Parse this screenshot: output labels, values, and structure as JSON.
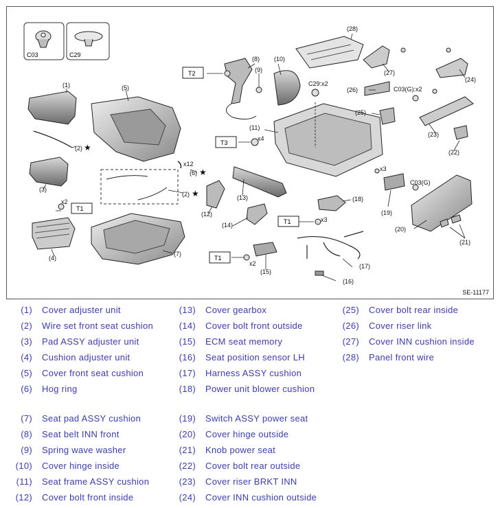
{
  "diagram": {
    "doc_id": "SE-11177",
    "icon_codes": [
      "C03",
      "C29"
    ],
    "torque_label": "T1",
    "t2_label": "T2",
    "t3_label": "T3",
    "callouts": {
      "c1": "(1)",
      "c2": "(2)",
      "c2b": "(2)",
      "c3": "(3)",
      "c4": "(4)",
      "c5": "(5)",
      "c6": "(6)",
      "c7": "(7)",
      "c8": "(8)",
      "c9": "(9)",
      "c10": "(10)",
      "c11": "(11)",
      "c12": "(12)",
      "c13": "(13)",
      "c14": "(14)",
      "c15": "(15)",
      "c16": "(16)",
      "c17": "(17)",
      "c18": "(18)",
      "c19": "(19)",
      "c20": "(20)",
      "c21": "(21)",
      "c22": "(22)",
      "c23": "(23)",
      "c24": "(24)",
      "c25": "(25)",
      "c26": "(26)",
      "c27": "(27)",
      "c28": "(28)"
    },
    "qty": {
      "x2a": "x2",
      "x2b": "x2",
      "x12": "x12",
      "x4": "x4",
      "x3a": "x3",
      "x3b": "x3",
      "c29x2": "C29:x2",
      "c03gx2": "C03(G):x2",
      "c03g": "C03(G)",
      "star": "★"
    }
  },
  "legend": {
    "columns": [
      [
        {
          "num": "(1)",
          "label": "Cover adjuster unit"
        },
        {
          "num": "(2)",
          "label": "Wire set front seat cushion"
        },
        {
          "num": "(3)",
          "label": "Pad ASSY adjuster unit"
        },
        {
          "num": "(4)",
          "label": "Cushion adjuster unit"
        },
        {
          "num": "(5)",
          "label": "Cover front seat cushion"
        },
        {
          "num": "(6)",
          "label": "Hog ring"
        },
        {
          "num": "(7)",
          "label": "Seat pad ASSY cushion"
        },
        {
          "num": "(8)",
          "label": "Seat belt INN front"
        },
        {
          "num": "(9)",
          "label": "Spring wave washer"
        },
        {
          "num": "(10)",
          "label": "Cover hinge inside"
        },
        {
          "num": "(11)",
          "label": "Seat frame ASSY cushion"
        },
        {
          "num": "(12)",
          "label": "Cover bolt front inside"
        }
      ],
      [
        {
          "num": "(13)",
          "label": "Cover gearbox"
        },
        {
          "num": "(14)",
          "label": "Cover bolt front outside"
        },
        {
          "num": "(15)",
          "label": "ECM seat memory"
        },
        {
          "num": "(16)",
          "label": "Seat position sensor LH"
        },
        {
          "num": "(17)",
          "label": "Harness ASSY cushion"
        },
        {
          "num": "(18)",
          "label": "Power unit blower cushion"
        },
        {
          "num": "(19)",
          "label": "Switch ASSY power seat"
        },
        {
          "num": "(20)",
          "label": "Cover hinge outside"
        },
        {
          "num": "(21)",
          "label": "Knob power seat"
        },
        {
          "num": "(22)",
          "label": "Cover bolt rear outside"
        },
        {
          "num": "(23)",
          "label": "Cover riser BRKT INN"
        },
        {
          "num": "(24)",
          "label": "Cover INN cushion outside"
        }
      ],
      [
        {
          "num": "(25)",
          "label": "Cover bolt rear inside"
        },
        {
          "num": "(26)",
          "label": "Cover riser link"
        },
        {
          "num": "(27)",
          "label": "Cover INN cushion inside"
        },
        {
          "num": "(28)",
          "label": "Panel front wire"
        }
      ]
    ]
  }
}
